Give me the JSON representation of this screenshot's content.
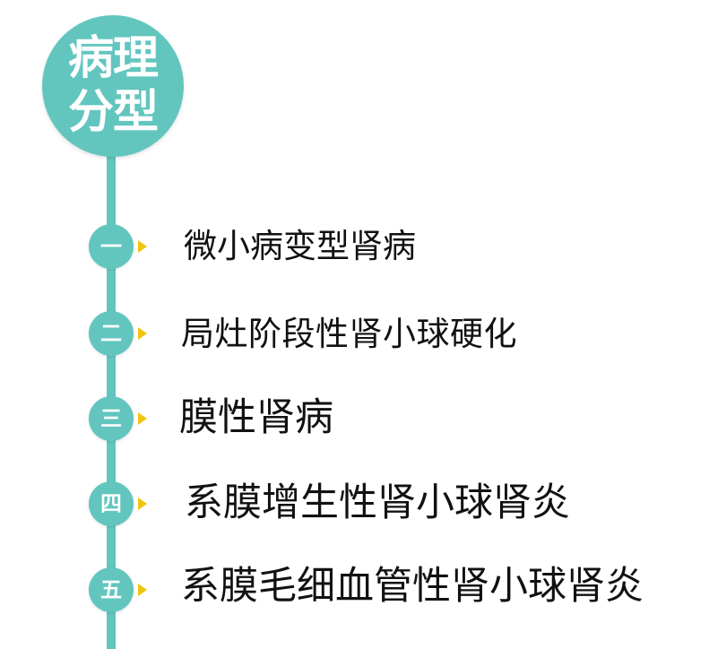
{
  "title": {
    "line_1": "病理",
    "line_2": "分型"
  },
  "colors": {
    "accent": "#62c6bf",
    "arrow": "#f1c40f",
    "text": "#111111",
    "background": "#ffffff"
  },
  "items": [
    {
      "marker": "一",
      "label": "微小病变型肾病"
    },
    {
      "marker": "二",
      "label": "局灶阶段性肾小球硬化"
    },
    {
      "marker": "三",
      "label": "膜性肾病"
    },
    {
      "marker": "四",
      "label": "系膜增生性肾小球肾炎"
    },
    {
      "marker": "五",
      "label": "系膜毛细血管性肾小球肾炎"
    }
  ]
}
